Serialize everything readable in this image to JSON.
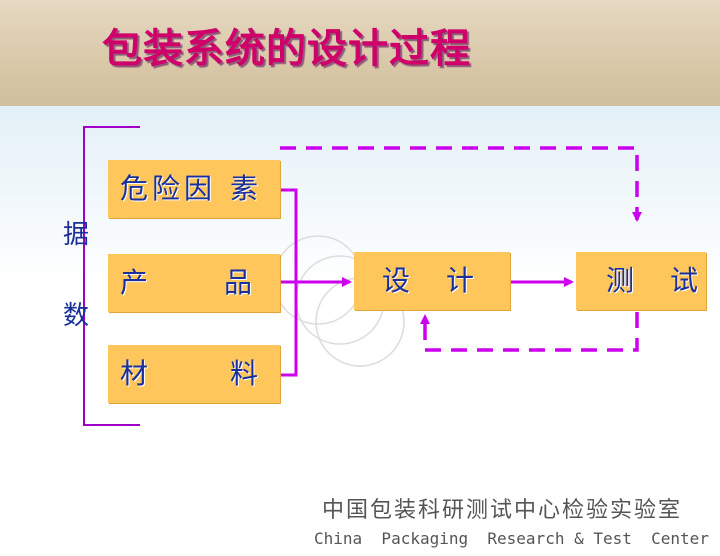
{
  "title": "包装系统的设计过程",
  "side_label": {
    "top": "据",
    "bottom": "数"
  },
  "input_boxes": [
    {
      "id": "hazard",
      "chars": [
        "危",
        "险",
        "因",
        "素"
      ]
    },
    {
      "id": "product",
      "chars": [
        "产",
        "品"
      ]
    },
    {
      "id": "material",
      "chars": [
        "材",
        "料"
      ]
    }
  ],
  "design_box": {
    "chars": [
      "设",
      "计"
    ]
  },
  "test_box": {
    "chars": [
      "测",
      "试"
    ]
  },
  "footer": {
    "org_cn": "中国包装科研测试中心检验实验室",
    "org_en": "China  Packaging  Research & Test  Center"
  },
  "colors": {
    "accent": "#d0006a",
    "box_fill": "#ffc65c",
    "arrow": "#cc00ee",
    "text_blue": "#1a2f9a",
    "bracket": "#a000c8"
  }
}
